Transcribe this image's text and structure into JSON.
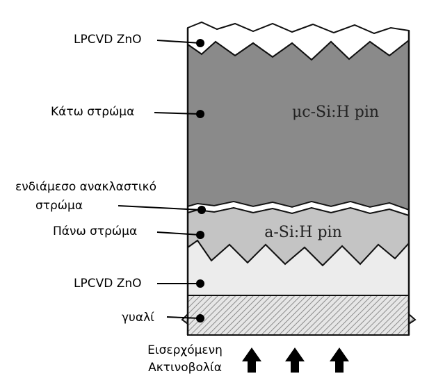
{
  "labels": {
    "lpcvd_top": "LPCVD ZnO",
    "bottom_cell": "Κάτω στρώμα",
    "intermediate_line1": "ενδιάμεσο ανακλαστικό",
    "intermediate_line2": "στρώμα",
    "top_cell": "Πάνω στρώμα",
    "lpcvd_bottom": "LPCVD ZnO",
    "glass": "γυαλί",
    "incoming_line1": "Εισερχόμενη",
    "incoming_line2": "Ακτινοβολία"
  },
  "layers": {
    "uc_si": "μc-Si:H pin",
    "a_si": "a-Si:H pin"
  },
  "colors": {
    "zno": "#ffffff",
    "uc_si": "#8a8a8a",
    "intermediate": "#ffffff",
    "a_si": "#c4c4c4",
    "zno_bottom": "#ececec",
    "glass_hatch": "#9a9a9a",
    "outline": "#111111"
  }
}
